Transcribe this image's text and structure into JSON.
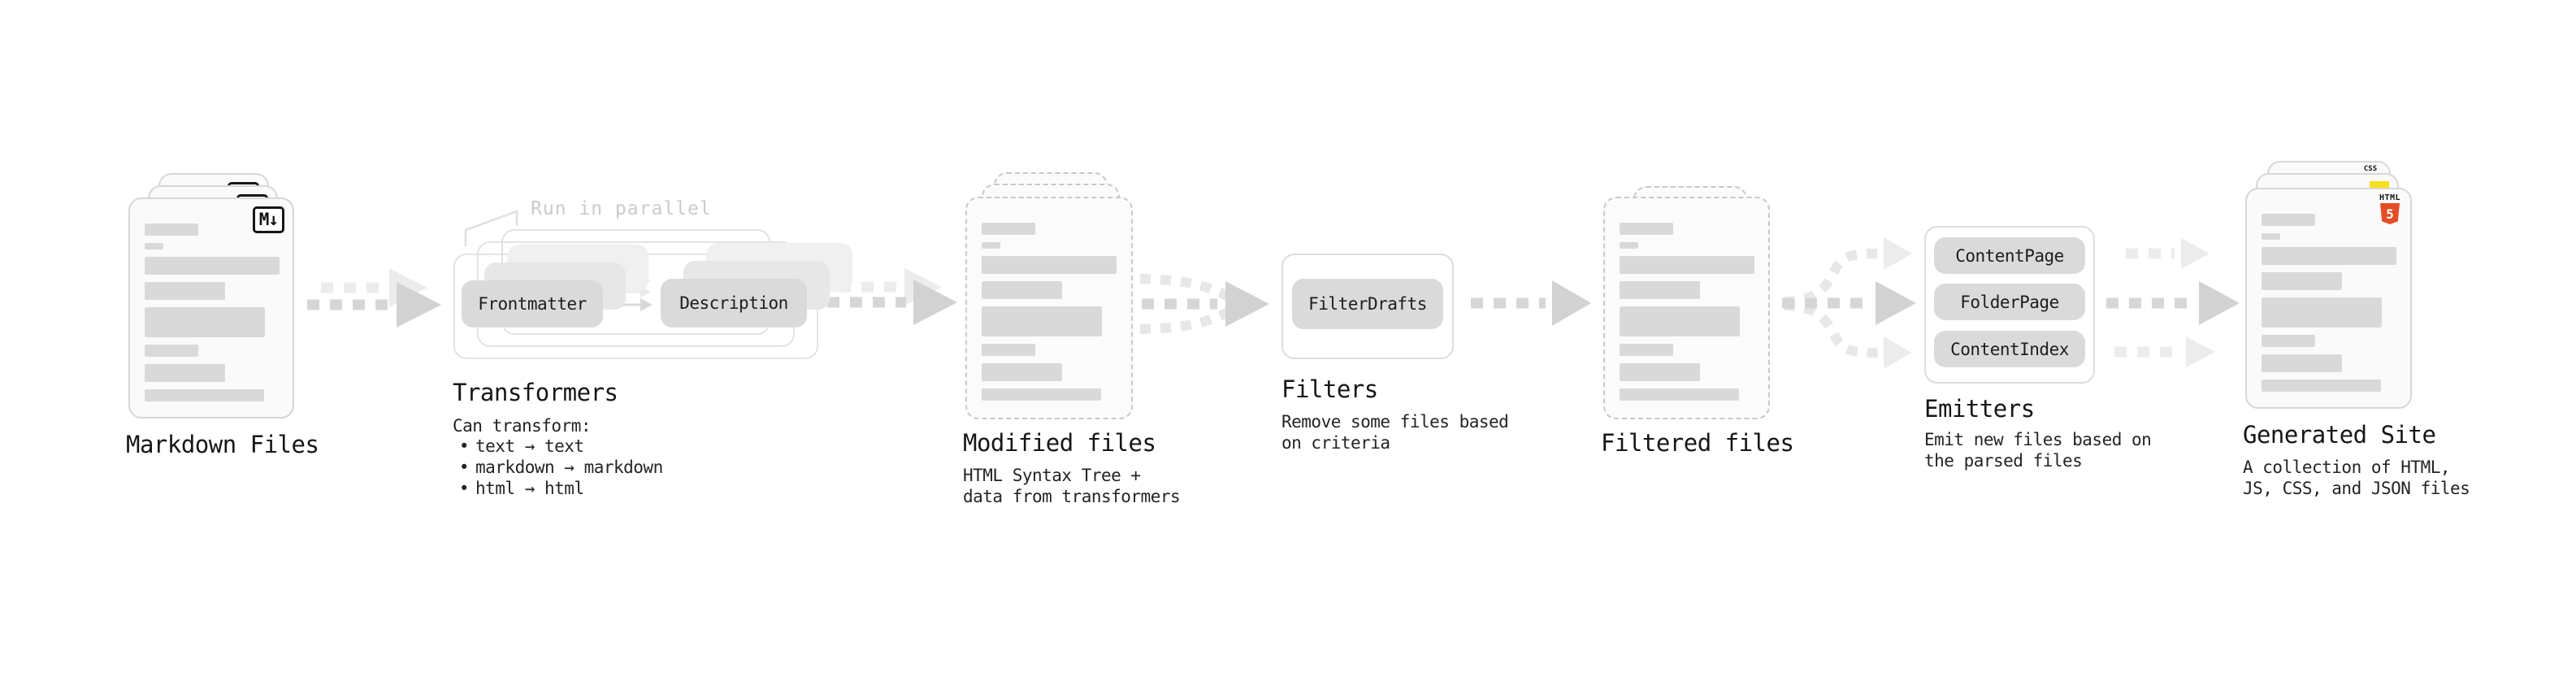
{
  "bullet_char": "•",
  "nodes": {
    "markdown_files": {
      "label": "Markdown Files",
      "badge": "M↓"
    },
    "transformers": {
      "label": "Transformers",
      "callout": "Run in parallel",
      "chips": [
        "Frontmatter",
        "Description"
      ],
      "note_title": "Can transform:",
      "bullets": [
        "text → text",
        "markdown → markdown",
        "html → html"
      ]
    },
    "modified_files": {
      "label": "Modified files",
      "desc": [
        "HTML Syntax Tree +",
        "data from transformers"
      ]
    },
    "filters": {
      "label": "Filters",
      "chip": "FilterDrafts",
      "desc": [
        "Remove some files based",
        "on criteria"
      ]
    },
    "filtered_files": {
      "label": "Filtered files"
    },
    "emitters": {
      "label": "Emitters",
      "chips": [
        "ContentPage",
        "FolderPage",
        "ContentIndex"
      ],
      "desc": [
        "Emit new files based on",
        "the parsed files"
      ]
    },
    "generated_site": {
      "label": "Generated Site",
      "desc": [
        "A collection of HTML,",
        "JS, CSS, and JSON files"
      ],
      "badges": {
        "html_word": "HTML",
        "html_number": "5",
        "css_word": "CSS"
      }
    }
  },
  "colors": {
    "html5_orange": "#e44d26",
    "css_blue": "#2760e6",
    "js_yellow": "#f7df1e",
    "skeleton_gray": "#d9d9d9",
    "chip_gray": "#dadada",
    "arrow_gray": "#d6d6d6",
    "arrow_light": "#ececec"
  }
}
